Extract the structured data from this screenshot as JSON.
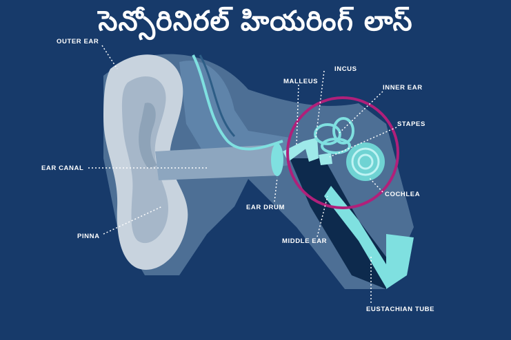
{
  "title": "సెన్సోరినిరల్ హియరింగ్ లాస్",
  "labels": {
    "outer_ear": "OUTER EAR",
    "incus": "INCUS",
    "malleus": "MALLEUS",
    "inner_ear": "INNER EAR",
    "stapes": "STAPES",
    "ear_canal": "EAR CANAL",
    "cochlea": "COCHLEA",
    "ear_drum": "EAR DRUM",
    "pinna": "PINNA",
    "middle_ear": "MIDDLE EAR",
    "eustachian_tube": "EUSTACHIAN TUBE"
  },
  "colors": {
    "background": "#173a6a",
    "highlight_circle": "#b0207a",
    "inner_ear_structures": "#7fe0e0"
  }
}
